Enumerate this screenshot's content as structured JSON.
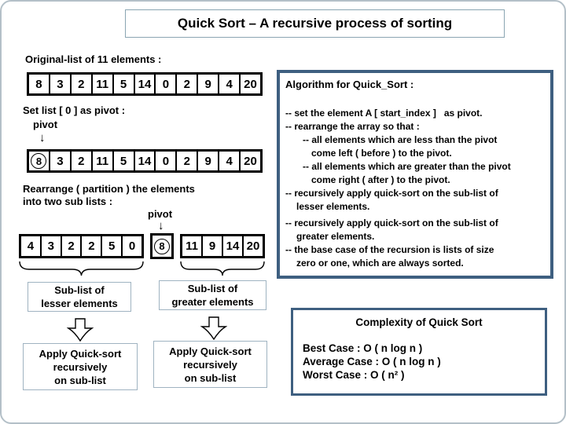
{
  "page": {
    "title": "Quick Sort – A recursive process of sorting"
  },
  "step1": {
    "label": "Original-list of 11 elements :",
    "values": [
      "8",
      "3",
      "2",
      "11",
      "5",
      "14",
      "0",
      "2",
      "9",
      "4",
      "20"
    ]
  },
  "step2": {
    "label": "Set list [ 0 ] as pivot :",
    "pivot_label": "pivot",
    "arrow": "↓",
    "pivot_value": "8",
    "values": [
      "3",
      "2",
      "11",
      "5",
      "14",
      "0",
      "2",
      "9",
      "4",
      "20"
    ]
  },
  "step3": {
    "label_line1": "Rearrange ( partition ) the elements",
    "label_line2": "into two sub lists :",
    "pivot_label": "pivot",
    "arrow": "↓",
    "lesser_values": [
      "4",
      "3",
      "2",
      "2",
      "5",
      "0"
    ],
    "pivot_value": "8",
    "greater_values": [
      "11",
      "9",
      "14",
      "20"
    ]
  },
  "captions": {
    "lesser_line1": "Sub-list of",
    "lesser_line2": "lesser elements",
    "greater_line1": "Sub-list of",
    "greater_line2": "greater elements",
    "apply_line1": "Apply Quick-sort",
    "apply_line2": "recursively",
    "apply_line3": "on sub-list"
  },
  "algorithm": {
    "heading": "Algorithm for Quick_Sort :",
    "lines": [
      "-- set the element A [ start_index ]   as pivot.",
      "-- rearrange the array so that :",
      "-- all elements which are less than the pivot",
      "come left ( before ) to the pivot.",
      "-- all elements which are greater than the pivot",
      "come right ( after ) to the pivot.",
      "-- recursively apply quick-sort on the sub-list of",
      "lesser elements.",
      "-- recursively apply quick-sort on the sub-list of",
      "greater elements.",
      "-- the base case of the recursion is lists of size",
      "zero or one, which are always sorted."
    ]
  },
  "complexity": {
    "title": "Complexity of Quick Sort",
    "lines": [
      "Best Case : O ( n log n )",
      "Average Case : O ( n log n )",
      "Worst Case : O ( n² )"
    ]
  },
  "colors": {
    "accent_border": "#3e5f80",
    "light_border": "#9fb3c1",
    "cell_border": "#000000"
  }
}
